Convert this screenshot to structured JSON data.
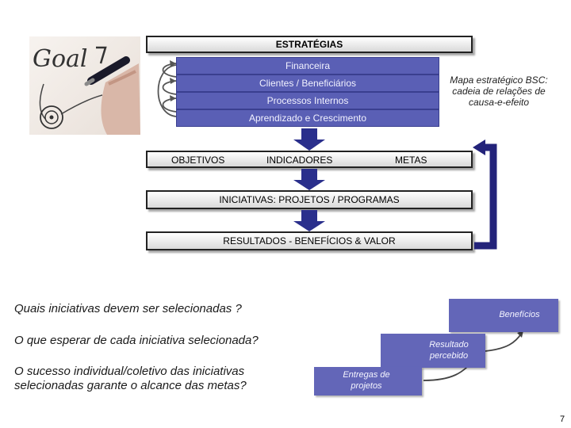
{
  "image": {
    "handwriting": "Goal"
  },
  "strategies": {
    "label": "ESTRATÉGIAS"
  },
  "perspectives": [
    {
      "label": "Financeira"
    },
    {
      "label": "Clientes / Beneficiários"
    },
    {
      "label": "Processos Internos"
    },
    {
      "label": "Aprendizado e Crescimento"
    }
  ],
  "bsc_note": "Mapa estratégico BSC: cadeia de relações de causa-e-efeito",
  "row": {
    "objetivos": "OBJETIVOS",
    "indicadores": "INDICADORES",
    "metas": "METAS"
  },
  "initiatives": {
    "label": "INICIATIVAS: PROJETOS / PROGRAMAS"
  },
  "results": {
    "label": "RESULTADOS - BENEFÍCIOS & VALOR"
  },
  "questions": [
    "Quais iniciativas devem ser selecionadas ?",
    "O que esperar de  cada iniciativa selecionada?",
    "O sucesso individual/coletivo das iniciativas selecionadas garante o alcance das metas?"
  ],
  "steps": {
    "beneficios": "Benefícios",
    "resultado": "Resultado percebido",
    "entregas": "Entregas de projetos"
  },
  "page_number": "7",
  "colors": {
    "blue": "#5a5fb5",
    "dark_blue": "#23237a",
    "arrow_blue": "#2a2f8c"
  }
}
